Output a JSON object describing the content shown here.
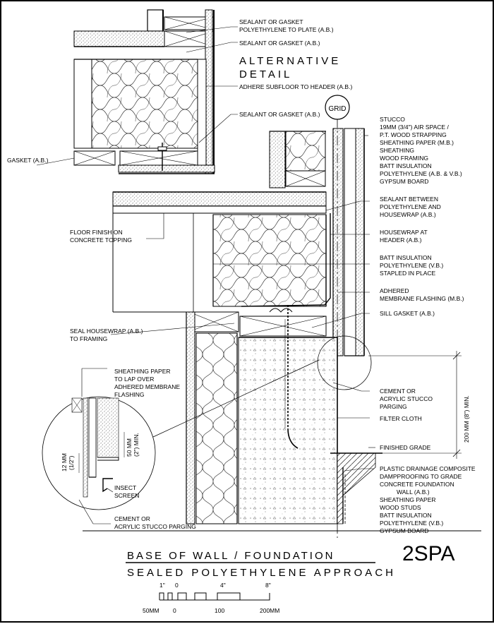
{
  "labels": {
    "sealant_gasket_plate_1": "SEALANT OR GASKET",
    "sealant_gasket_plate_2": "POLYETHYLENE TO PLATE (A.B.)",
    "sealant_gasket_ab_top": "SEALANT OR GASKET (A.B.)",
    "alt_detail_1": "ALTERNATIVE",
    "alt_detail_2": "DETAIL",
    "adhere_subfloor": "ADHERE SUBFLOOR TO HEADER (A.B.)",
    "sealant_gasket_ab_mid": "SEALANT OR GASKET (A.B.)",
    "grid": "GRID",
    "gasket_ab": "GASKET (A.B.)",
    "stucco_stack": [
      "STUCCO",
      "19MM (3/4\") AIR SPACE /",
      "P.T. WOOD STRAPPING",
      "SHEATHING PAPER (M.B.)",
      "SHEATHING",
      "WOOD FRAMING",
      "BATT INSULATION",
      "POLYETHYLENE (A.B. & V.B.)",
      "GYPSUM BOARD"
    ],
    "sealant_between": [
      "SEALANT BETWEEN",
      "POLYETHYLENE AND",
      "HOUSEWRAP (A.B.)"
    ],
    "floor_finish": [
      "FLOOR FINISH ON",
      "CONCRETE TOPPING"
    ],
    "housewrap_header": [
      "HOUSEWRAP AT",
      "HEADER (A.B.)"
    ],
    "batt_poly": [
      "BATT INSULATION",
      "POLYETHYLENE (V.B.)",
      "STAPLED IN PLACE"
    ],
    "adhered_flashing": [
      "ADHERED",
      "MEMBRANE FLASHING (M.B.)"
    ],
    "sill_gasket": "SILL GASKET (A.B.)",
    "seal_housewrap": [
      "SEAL HOUSEWRAP (A.B.)",
      "TO FRAMING"
    ],
    "sheathing_paper_lap": [
      "SHEATHING PAPER",
      "TO LAP OVER",
      "ADHERED MEMBRANE",
      "FLASHING"
    ],
    "cement_parging_right": [
      "CEMENT OR",
      "ACRYLIC STUCCO",
      "PARGING"
    ],
    "filter_cloth": "FILTER CLOTH",
    "dim_200": "200 MM (8\") MIN.",
    "dim_50": [
      "50 MM",
      "(2\") MIN."
    ],
    "dim_12": [
      "12 MM",
      "(1/2\")"
    ],
    "finished_grade": "FINISHED GRADE",
    "drainage_stack": [
      "PLASTIC DRAINAGE COMPOSITE",
      "DAMPPROOFING TO GRADE",
      "CONCRETE FOUNDATION",
      "WALL (A.B.)",
      "SHEATHING PAPER",
      "WOOD STUDS",
      "BATT INSULATION",
      "POLYETHYLENE (V.B.)",
      "GYPSUM BOARD"
    ],
    "insect_screen": [
      "INSECT",
      "SCREEN"
    ],
    "cement_parging_left": [
      "CEMENT OR",
      "ACRYLIC STUCCO PARGING"
    ]
  },
  "title": {
    "main": "BASE OF WALL / FOUNDATION",
    "code": "2SPA",
    "sub": "SEALED POLYETHYLENE APPROACH"
  },
  "scale": {
    "imperial": [
      "1\"",
      "0",
      "4\"",
      "8\""
    ],
    "metric": [
      "50MM",
      "0",
      "100",
      "200MM"
    ]
  }
}
